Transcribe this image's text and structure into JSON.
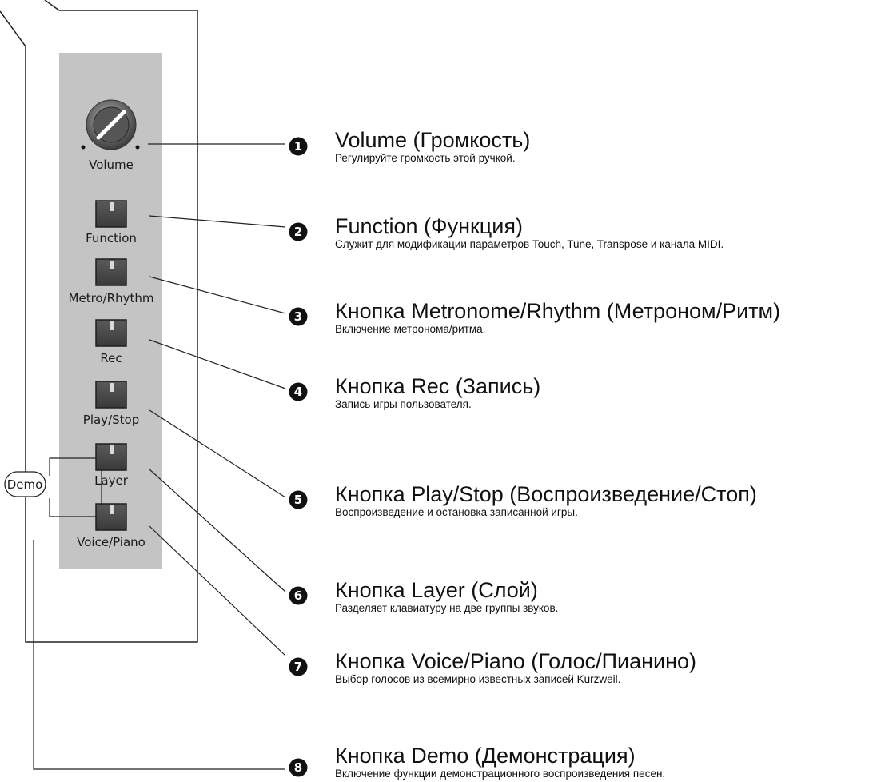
{
  "controls": {
    "volume": "Volume",
    "function": "Function",
    "metro": "Metro/Rhythm",
    "rec": "Rec",
    "play": "Play/Stop",
    "layer": "Layer",
    "voice": "Voice/Piano",
    "demo": "Demo"
  },
  "callouts": [
    {
      "num": "1",
      "title": "Volume (Громкость)",
      "desc": "Регулируйте громкость этой ручкой."
    },
    {
      "num": "2",
      "title": "Function (Функция)",
      "desc": "Служит для модификации параметров Touch, Tune, Transpose и канала MIDI."
    },
    {
      "num": "3",
      "title": "Кнопка Metronome/Rhythm (Метроном/Ритм)",
      "desc": "Включение метронома/ритма."
    },
    {
      "num": "4",
      "title": "Кнопка Rec (Запись)",
      "desc": "Запись игры пользователя."
    },
    {
      "num": "5",
      "title": "Кнопка Play/Stop (Воспроизведение/Стоп)",
      "desc": "Воспроизведение и остановка записанной игры."
    },
    {
      "num": "6",
      "title": "Кнопка Layer (Слой)",
      "desc": "Разделяет клавиатуру на две группы звуков."
    },
    {
      "num": "7",
      "title": "Кнопка Voice/Piano (Голос/Пианино)",
      "desc": "Выбор голосов из всемирно известных записей Kurzweil."
    },
    {
      "num": "8",
      "title": "Кнопка Demo (Демонстрация)",
      "desc": "Включение функции демонстрационного воспроизведения песен."
    }
  ],
  "colors": {
    "panel": "#c4c4c4",
    "button": "#4a4a4a",
    "badge": "#111111",
    "line": "#222222"
  }
}
